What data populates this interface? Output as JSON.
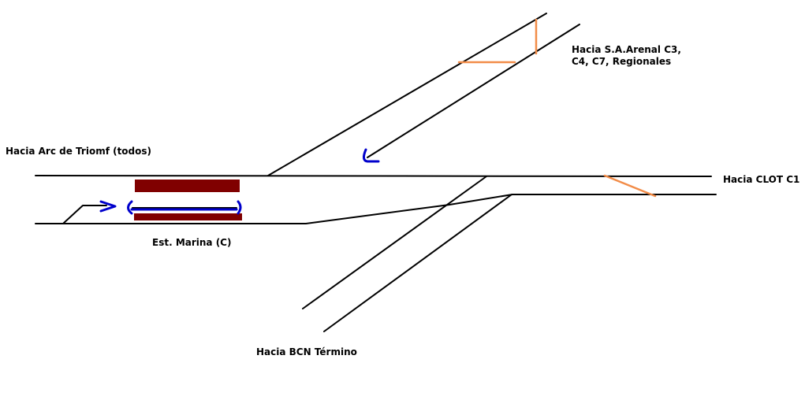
{
  "colors": {
    "track": "#000000",
    "platform": "#800000",
    "crossover": "#f28c48",
    "route_mark": "#0000cc",
    "background": "#ffffff"
  },
  "labels": {
    "arc_de_triomf": "Hacia Arc de Triomf (todos)",
    "arenal_line1": "Hacia S.A.Arenal C3,",
    "arenal_line2": "C4, C7, Regionales",
    "clot": "Hacia CLOT C1",
    "station": "Est. Marina (C)",
    "bcn_termino": "Hacia BCN Término"
  }
}
